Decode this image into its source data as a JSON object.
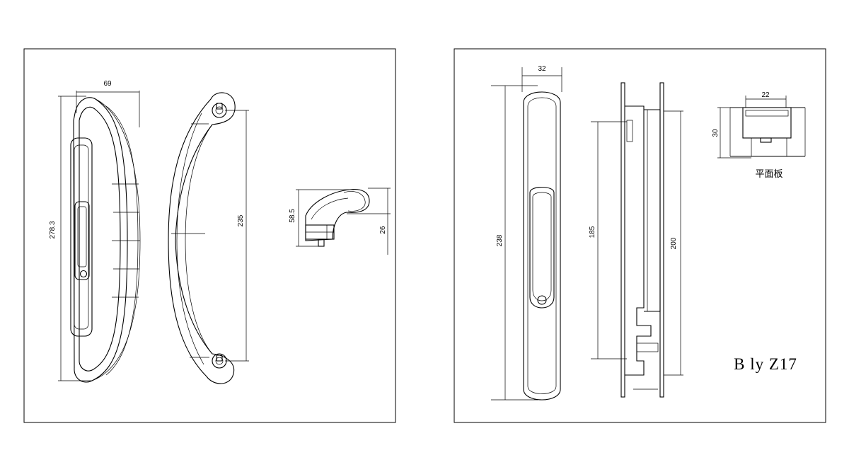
{
  "left_panel": {
    "dimensions": {
      "width_top": "69",
      "height_left": "278.3",
      "height_mid": "235",
      "side_height": "58.5",
      "side_depth": "26"
    }
  },
  "right_panel": {
    "dimensions": {
      "width_top": "32",
      "height_left": "238",
      "height_mid": "185",
      "height_right": "200",
      "plate_width": "22",
      "plate_height": "30"
    },
    "plate_label": "平面板",
    "model_label": "B ly Z17"
  }
}
